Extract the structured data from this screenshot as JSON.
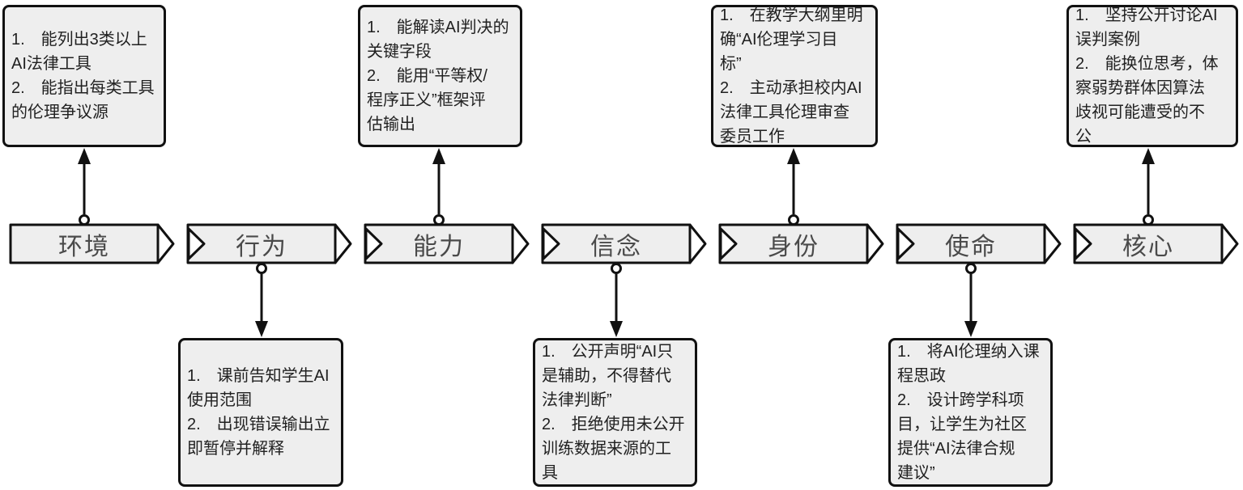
{
  "diagram": {
    "type": "logical-levels-flowchart",
    "colors": {
      "shape_fill": "#eeeeee",
      "shape_border": "#111111",
      "chevron_accent": "#ffffff",
      "stage_label_text": "#4a4a4a",
      "note_text": "#212121",
      "background": "#ffffff"
    },
    "stages": [
      {
        "label": "环境",
        "note_side": "top",
        "note_lines": [
          "1.　能列出3类以上",
          "AI法律工具",
          "2.　能指出每类工具",
          "的伦理争议源"
        ]
      },
      {
        "label": "行为",
        "note_side": "bottom",
        "note_lines": [
          "1.　课前告知学生AI",
          "使用范围",
          "2.　出现错误输出立",
          "即暂停并解释"
        ]
      },
      {
        "label": "能力",
        "note_side": "top",
        "note_lines": [
          "1.　能解读AI判决的",
          "关键字段",
          "2.　能用“平等权/",
          "程序正义”框架评",
          "估输出"
        ]
      },
      {
        "label": "信念",
        "note_side": "bottom",
        "note_lines": [
          "1.　公开声明“AI只",
          "是辅助，不得替代",
          "法律判断”",
          "2.　拒绝使用未公开",
          "训练数据来源的工",
          "具"
        ]
      },
      {
        "label": "身份",
        "note_side": "top",
        "note_lines": [
          "1.　在教学大纲里明",
          "确“AI伦理学习目",
          "标”",
          "2.　主动承担校内AI",
          "法律工具伦理审查",
          "委员工作"
        ]
      },
      {
        "label": "使命",
        "note_side": "bottom",
        "note_lines": [
          "1.　将AI伦理纳入课",
          "程思政",
          "2.　设计跨学科项",
          "目，让学生为社区",
          "提供“AI法律合规",
          "建议”"
        ]
      },
      {
        "label": "核心",
        "note_side": "top",
        "note_lines": [
          "1.　坚持公开讨论AI",
          "误判案例",
          "2.　能换位思考，体",
          "察弱势群体因算法",
          "歧视可能遭受的不",
          "公"
        ]
      }
    ]
  }
}
